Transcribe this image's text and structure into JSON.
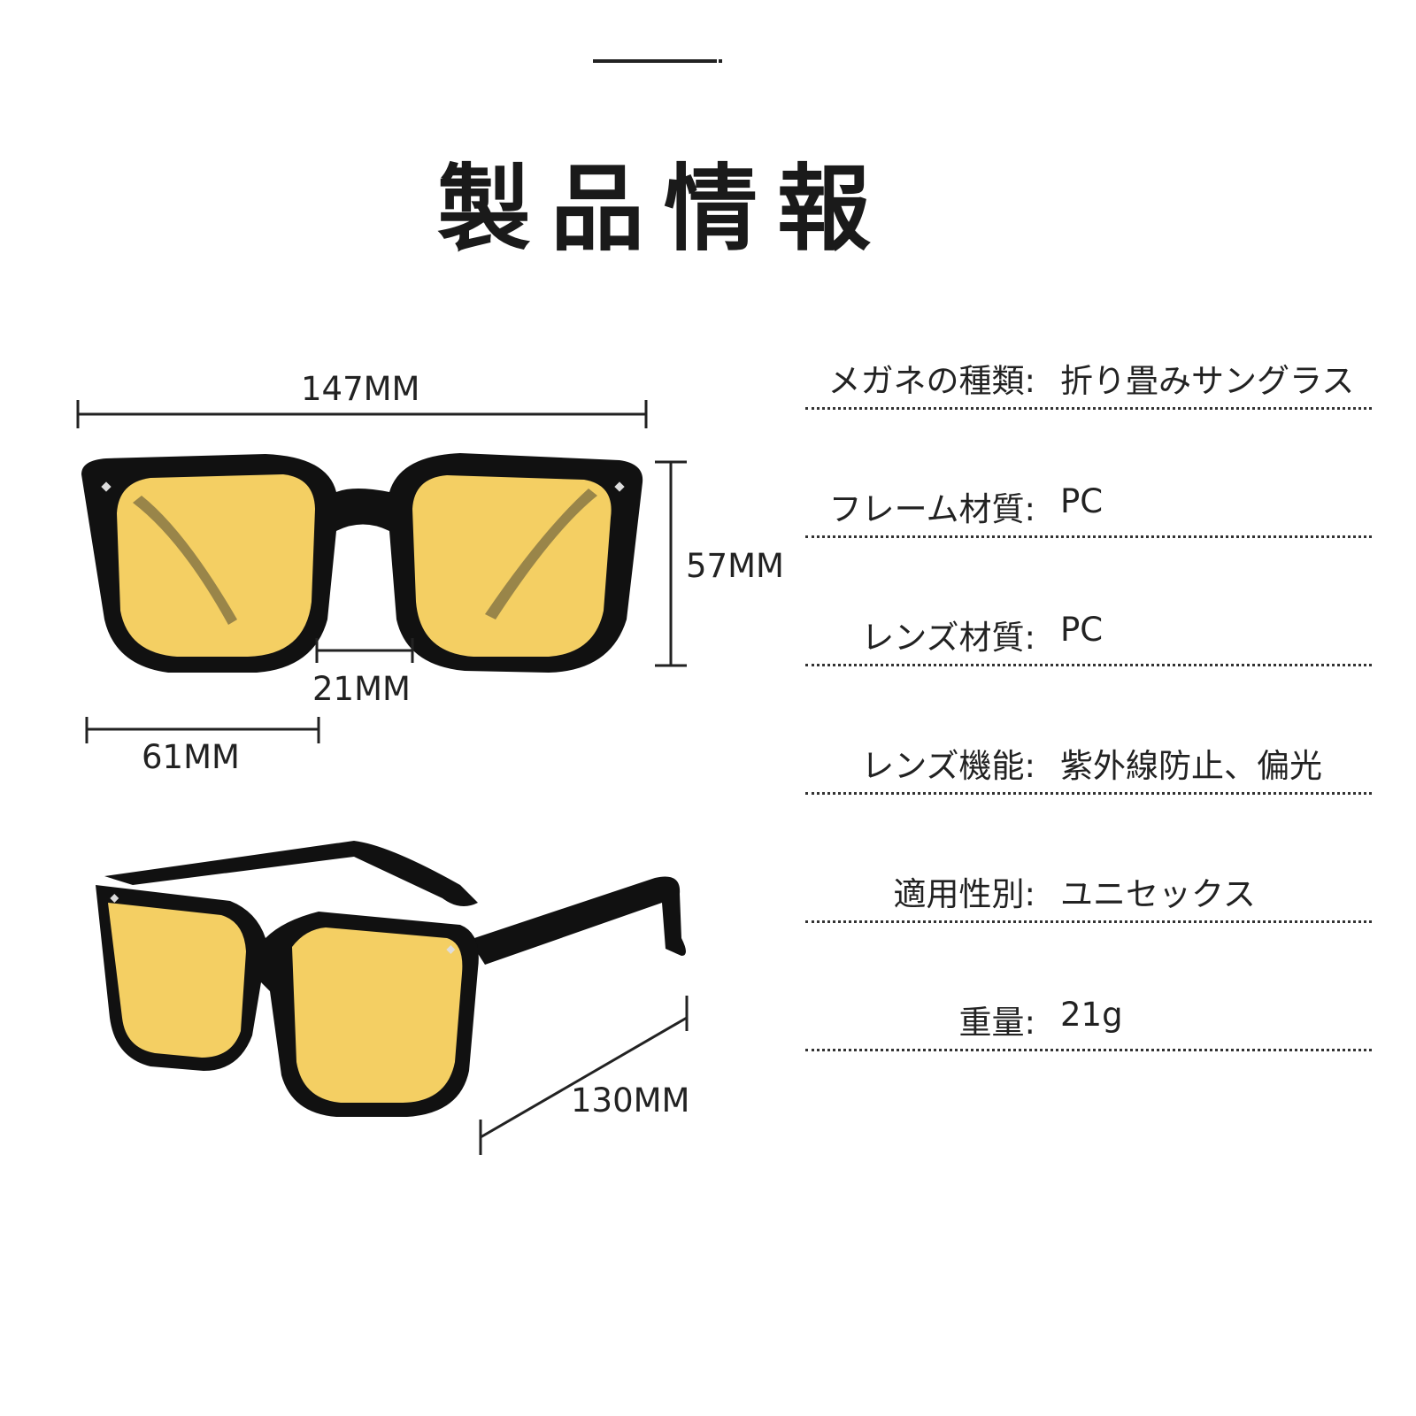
{
  "title": "製品情報",
  "dimensions": {
    "total_width": "147MM",
    "lens_height": "57MM",
    "bridge_width": "21MM",
    "lens_width": "61MM",
    "temple_length": "130MM"
  },
  "colors": {
    "lens": "#f4cf63",
    "frame": "#111111"
  },
  "specs": [
    {
      "label": "メガネの種類:",
      "value": "折り畳みサングラス"
    },
    {
      "label": "フレーム材質:",
      "value": "PC"
    },
    {
      "label": "レンズ材質:",
      "value": "PC"
    },
    {
      "label": "レンズ機能:",
      "value": "紫外線防止、偏光"
    },
    {
      "label": "適用性別:",
      "value": "ユニセックス"
    },
    {
      "label": "重量:",
      "value": "21g"
    }
  ]
}
